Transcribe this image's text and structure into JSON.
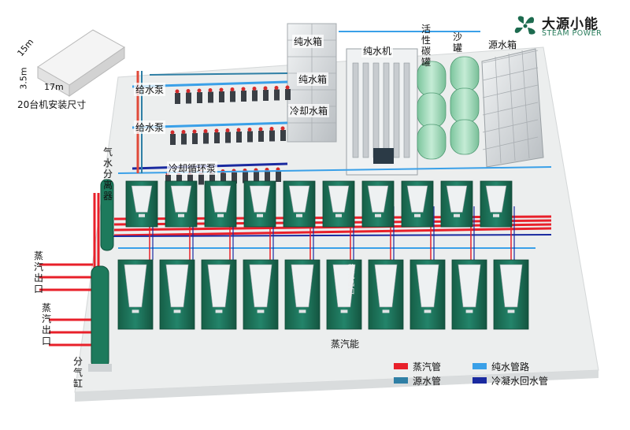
{
  "logo": {
    "cn": "大源小能",
    "en": "STEAM POWER",
    "icon": "turbine-fan-icon",
    "color": "#1d6b4f"
  },
  "dimensions": {
    "title": "20台机安装尺寸",
    "depth": "15m",
    "height": "3.5m",
    "width": "17m"
  },
  "labels": {
    "pure_tank_1": "纯水箱",
    "pure_tank_2": "纯水箱",
    "cooling_tank": "冷却水箱",
    "pure_machine": "纯水机",
    "carbon_tank": "活性碳罐",
    "sand_tank": "沙罐",
    "source_tank": "源水箱",
    "feed_pump_1": "给水泵",
    "feed_pump_2": "给水泵",
    "cooling_pump": "冷却循环泵",
    "separator": "气水分离器",
    "steam_out_1": "蒸汽出口",
    "steam_out_2": "蒸汽出口",
    "steam_unit": "蒸汽能",
    "manifold": "分气缸",
    "unit_tag": "蒸汽出口"
  },
  "legend": [
    {
      "label": "蒸汽管",
      "color": "#e8202a"
    },
    {
      "label": "纯水管路",
      "color": "#3aa0e8"
    },
    {
      "label": "源水管",
      "color": "#2f7fa5"
    },
    {
      "label": "冷凝水回水管",
      "color": "#1a2aa0"
    }
  ],
  "colors": {
    "steam": "#e8202a",
    "pure_water": "#3aa0e8",
    "source_water": "#2f7fa5",
    "condensate": "#1a2aa0",
    "boiler_body": "#1f7a5c",
    "tank_steel": "#d6d9dc",
    "filter_tank": "#9fd8b8",
    "floor": "#eceeee"
  },
  "layout_counts": {
    "rear_row_units": 10,
    "front_row_units": 10,
    "pump_columns": 11
  }
}
